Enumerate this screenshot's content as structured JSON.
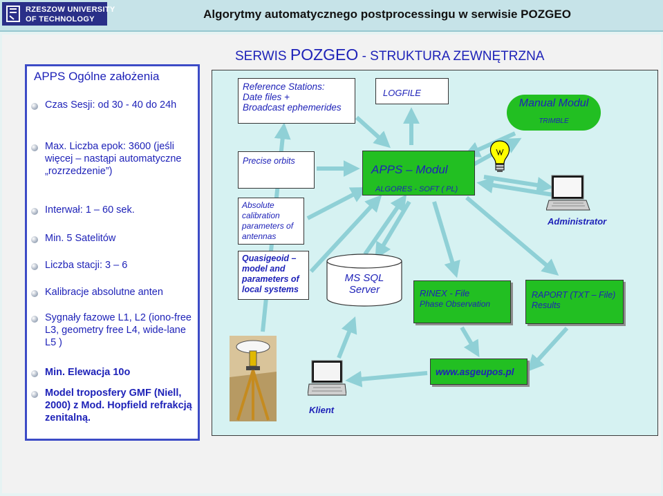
{
  "header": {
    "logo_line1": "RZESZOW UNIVERSITY",
    "logo_line2": "OF TECHNOLOGY",
    "title": "Algorytmy automatycznego postprocessingu w serwisie POZGEO"
  },
  "left_panel": {
    "title": "APPS   Ogólne założenia",
    "items": [
      "Czas Sesji:  od  30  -  40  do 24h",
      "Max. Liczba epok:  3600 (jeśli więcej – nastąpi automatyczne „rozrzedzenie”)",
      "Interwał: 1 – 60 sek.",
      "Min.  5  Satelitów",
      "Liczba stacji:   3 – 6",
      "Kalibracje absolutne anten",
      "Sygnały fazowe  L1, L2 (iono-free L3, geometry free L4, wide-lane L5 )",
      "Min. Elewacja 10o",
      "Model  troposfery GMF (Niell, 2000) z  Mod. Hopfield refrakcją zenitalną."
    ]
  },
  "diagram": {
    "title_pre": "SERWIS ",
    "title_big": "POZGEO",
    "title_post": "  -  STRUKTURA ZEWNĘTRZNA",
    "ref_line1": "Reference Stations:",
    "ref_line2": "Date files +",
    "ref_line3": "Broadcast ephemerides",
    "logfile": "LOGFILE",
    "manual_label": "Manual  Modul",
    "manual_sub": "TRIMBLE",
    "precise": "Precise orbits",
    "apps_label": "APPS – Modul",
    "apps_sub": "ALGORES - SOFT ( PL)",
    "abs_calib": "Absolute calibration parameters of antennas",
    "quasigeoid": "Quasigeoid – model and parameters  of local  systems",
    "db_line1": "MS SQL",
    "db_line2": "Server",
    "rinex_line1": "RINEX - File",
    "rinex_line2": "Phase Observation",
    "raport_line1": "RAPORT (TXT – File)",
    "raport_line2": "Results",
    "www": "www.asgeupos.pl",
    "admin": "Administrator",
    "klient": "Klient"
  },
  "colors": {
    "accent_blue": "#1e22b8",
    "green_box": "#22bf22",
    "panel_bg": "#d6f2f2",
    "arrow": "#8fd0d6"
  }
}
